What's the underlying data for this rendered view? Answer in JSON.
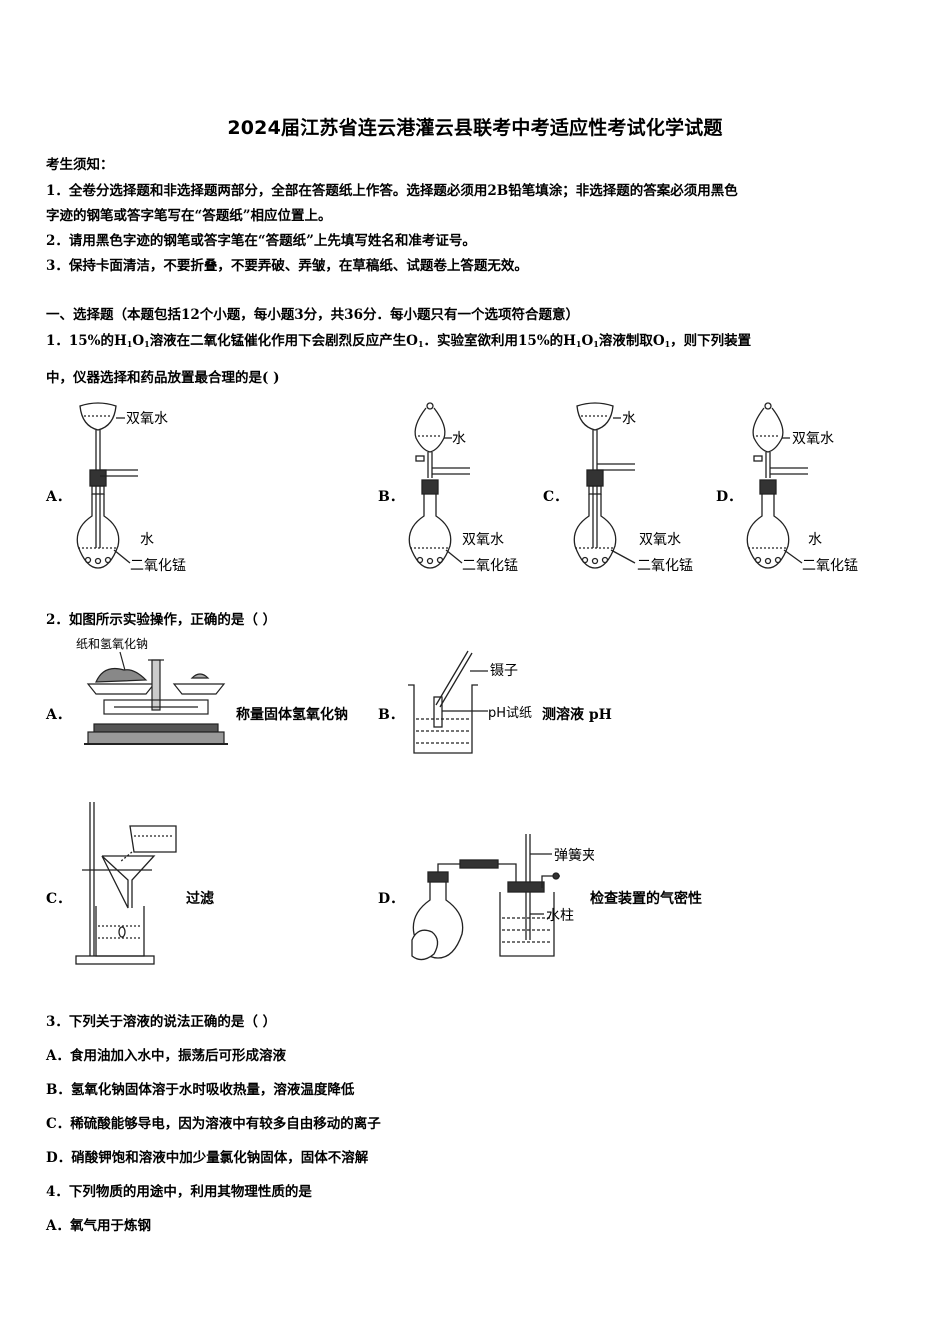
{
  "title": "2024届江苏省连云港灌云县联考中考适应性考试化学试题",
  "notice": {
    "heading": "考生须知：",
    "items": [
      "1．全卷分选择题和非选择题两部分，全部在答题纸上作答。选择题必须用2B铅笔填涂；非选择题的答案必须用黑色",
      "字迹的钢笔或答字笔写在“答题纸”相应位置上。",
      "2．请用黑色字迹的钢笔或答字笔在“答题纸”上先填写姓名和准考证号。",
      "3．保持卡面清洁，不要折叠，不要弄破、弄皱，在草稿纸、试题卷上答题无效。"
    ]
  },
  "section1": {
    "heading": "一、选择题（本题包括12个小题，每小题3分，共36分．每小题只有一个选项符合题意）"
  },
  "q1": {
    "line1_a": "1．15%的H",
    "line1_b": "O",
    "line1_c": "溶液在二氧化锰催化作用下会剧烈反应产生O",
    "line1_d": "．实验室欲利用15%的H",
    "line1_e": "O",
    "line1_f": "溶液制取O",
    "line1_g": "，则下列装置",
    "sub1": "1",
    "line2": "中，仪器选择和药品放置最合理的是(        )",
    "options": [
      {
        "label": "A．",
        "top_text": "双氧水",
        "bottom_text1": "水",
        "bottom_text2": "二氧化锰"
      },
      {
        "label": "B．",
        "top_text": "水",
        "bottom_text1": "双氧水",
        "bottom_text2": "二氧化锰"
      },
      {
        "label": "C．",
        "top_text": "水",
        "bottom_text1": "双氧水",
        "bottom_text2": "二氧化锰"
      },
      {
        "label": "D．",
        "top_text": "双氧水",
        "bottom_text1": "水",
        "bottom_text2": "二氧化锰"
      }
    ]
  },
  "q2": {
    "stem": "2．如图所示实验操作，正确的是（        ）",
    "options": [
      {
        "label": "A．",
        "fig_label": "纸和氢氧化钠",
        "caption": "称量固体氢氧化钠"
      },
      {
        "label": "B．",
        "fig_label1": "镊子",
        "fig_label2": "pH试纸",
        "caption": "测溶液 pH"
      },
      {
        "label": "C．",
        "caption": "过滤"
      },
      {
        "label": "D．",
        "fig_label1": "弹簧夹",
        "fig_label2": "水柱",
        "caption": "检查装置的气密性"
      }
    ]
  },
  "q3": {
    "stem": "3．下列关于溶液的说法正确的是（ ）",
    "options": [
      "A．食用油加入水中，振荡后可形成溶液",
      "B．氢氧化钠固体溶于水时吸收热量，溶液温度降低",
      "C．稀硫酸能够导电，因为溶液中有较多自由移动的离子",
      "D．硝酸钾饱和溶液中加少量氯化钠固体，固体不溶解"
    ]
  },
  "q4": {
    "stem": "4．下列物质的用途中，利用其物理性质的是",
    "options": [
      "A．氧气用于炼钢"
    ]
  }
}
